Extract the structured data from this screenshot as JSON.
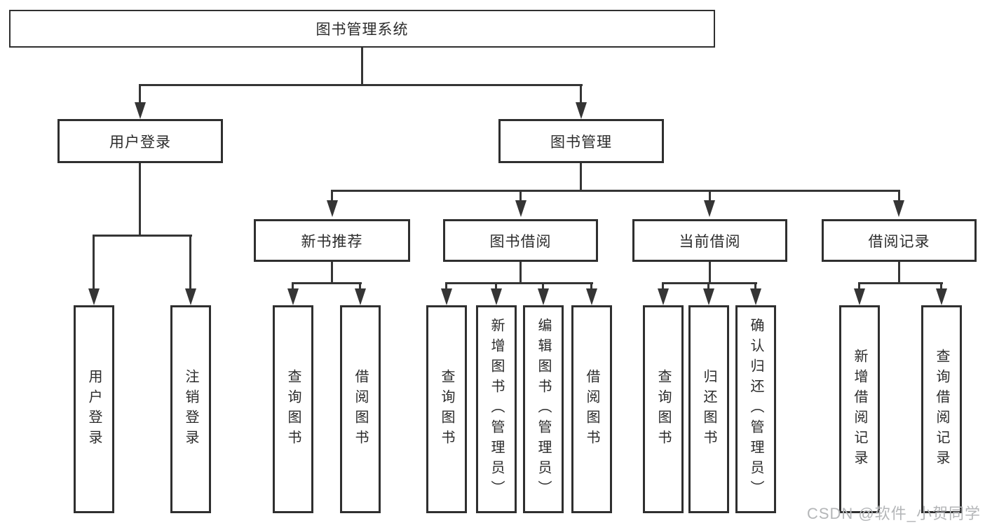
{
  "diagram_title": "图书管理系统",
  "nodes": {
    "root": "图书管理系统",
    "user_login": "用户登录",
    "book_mgmt": "图书管理",
    "login": "用户登录",
    "logout": "注销登录",
    "new_book_rec": "新书推荐",
    "book_borrow": "图书借阅",
    "current_borrow": "当前借阅",
    "borrow_record": "借阅记录",
    "nbr_query": "查询图书",
    "nbr_borrow": "借阅图书",
    "bb_query": "查询图书",
    "bb_add": "新增图书（管理员）",
    "bb_edit": "编辑图书（管理员）",
    "bb_borrow": "借阅图书",
    "cb_query": "查询图书",
    "cb_return": "归还图书",
    "cb_confirm": "确认归还（管理员）",
    "br_add": "新增借阅记录",
    "br_query": "查询借阅记录"
  },
  "hierarchy": {
    "root": [
      "user_login",
      "book_mgmt"
    ],
    "user_login": [
      "login",
      "logout"
    ],
    "book_mgmt": [
      "new_book_rec",
      "book_borrow",
      "current_borrow",
      "borrow_record"
    ],
    "new_book_rec": [
      "nbr_query",
      "nbr_borrow"
    ],
    "book_borrow": [
      "bb_query",
      "bb_add",
      "bb_edit",
      "bb_borrow"
    ],
    "current_borrow": [
      "cb_query",
      "cb_return",
      "cb_confirm"
    ],
    "borrow_record": [
      "br_add",
      "br_query"
    ]
  },
  "watermark": "CSDN @软件_小贺同学",
  "colors": {
    "line": "#353535",
    "box_border": "#2f2f2f",
    "text": "#2b2b2b",
    "watermark": "#b4b6b8",
    "background": "#ffffff"
  }
}
